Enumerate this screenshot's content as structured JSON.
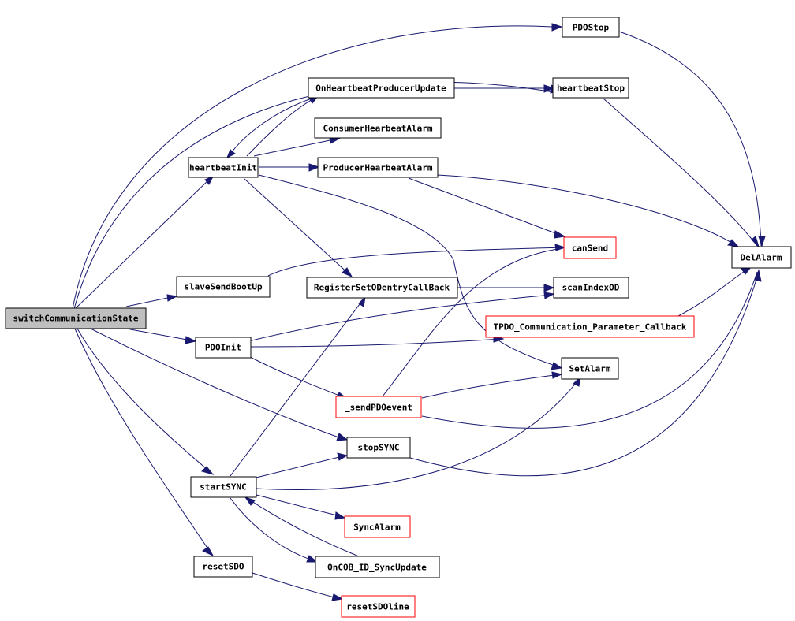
{
  "graph": {
    "colors": {
      "edge": "#191970",
      "root_fill": "#bfbfbf",
      "red_border": "#ff0000"
    },
    "nodes": {
      "root": "switchCommunicationState",
      "pdostop": "PDOStop",
      "hbstop": "heartbeatStop",
      "onhbprod": "OnHeartbeatProducerUpdate",
      "conshb": "ConsumerHearbeatAlarm",
      "hbinit": "heartbeatInit",
      "prodhb": "ProducerHearbeatAlarm",
      "cansend": "canSend",
      "delalarm": "DelAlarm",
      "slaveboot": "slaveSendBootUp",
      "regcb": "RegisterSetODentryCallBack",
      "scanod": "scanIndexOD",
      "tpdocb": "TPDO_Communication_Parameter_Callback",
      "pdoinit": "PDOInit",
      "setalarm": "SetAlarm",
      "sendpdo": "_sendPDOevent",
      "stopsync": "stopSYNC",
      "startsync": "startSYNC",
      "syncalarm": "SyncAlarm",
      "resetsdo": "resetSDO",
      "oncobid": "OnCOB_ID_SyncUpdate",
      "resetsdoline": "resetSDOline"
    }
  }
}
